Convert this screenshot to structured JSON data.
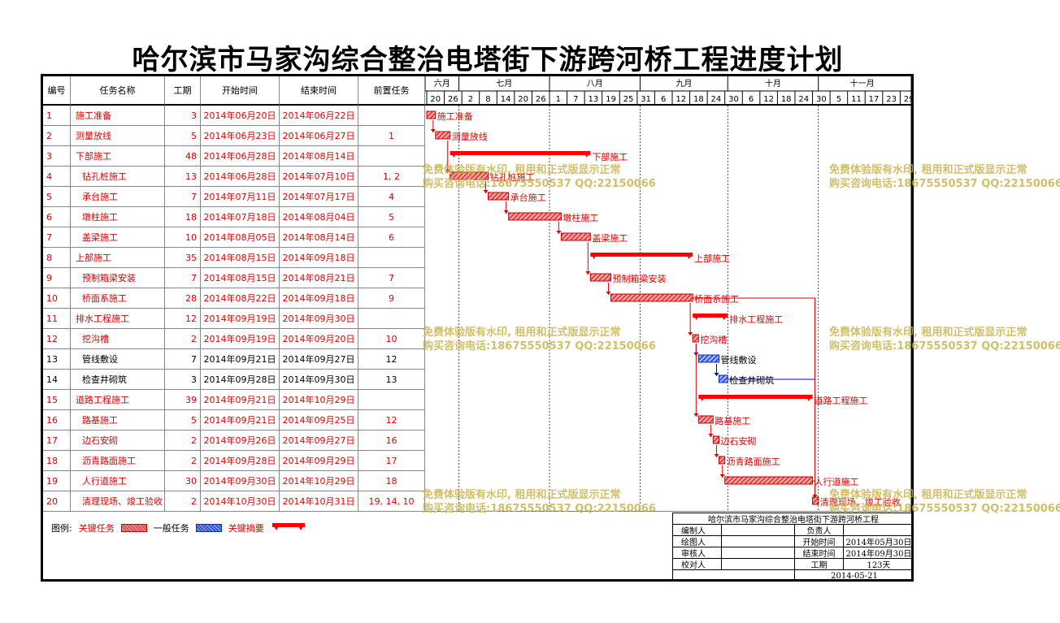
{
  "title": "哈尔滨市马家沟综合整治电塔街下游跨河桥工程进度计划",
  "columns": [
    "编号",
    "任务名称",
    "工期",
    "开始时间",
    "结束时间",
    "前置任务"
  ],
  "months": [
    "六月",
    "七月",
    "八月",
    "九月",
    "十月",
    "十一月"
  ],
  "day_ticks": [
    "20",
    "26",
    "2",
    "8",
    "14",
    "20",
    "26",
    "1",
    "7",
    "13",
    "19",
    "25",
    "31",
    "6",
    "12",
    "18",
    "24",
    "30",
    "6",
    "12",
    "18",
    "24",
    "30",
    "5",
    "11",
    "17",
    "23",
    "29"
  ],
  "tasks": [
    {
      "id": "1",
      "name": "施工准备",
      "dur": "3",
      "start": "2014年06月20日",
      "end": "2014年06月22日",
      "pred": "",
      "kind": "critical",
      "indent": 0
    },
    {
      "id": "2",
      "name": "测量放线",
      "dur": "5",
      "start": "2014年06月23日",
      "end": "2014年06月27日",
      "pred": "1",
      "kind": "critical",
      "indent": 0
    },
    {
      "id": "3",
      "name": "下部施工",
      "dur": "48",
      "start": "2014年06月28日",
      "end": "2014年08月14日",
      "pred": "",
      "kind": "summary",
      "indent": 0
    },
    {
      "id": "4",
      "name": "钻孔桩施工",
      "dur": "13",
      "start": "2014年06月28日",
      "end": "2014年07月10日",
      "pred": "1, 2",
      "kind": "critical",
      "indent": 1
    },
    {
      "id": "5",
      "name": "承台施工",
      "dur": "7",
      "start": "2014年07月11日",
      "end": "2014年07月17日",
      "pred": "4",
      "kind": "critical",
      "indent": 1
    },
    {
      "id": "6",
      "name": "墩柱施工",
      "dur": "18",
      "start": "2014年07月18日",
      "end": "2014年08月04日",
      "pred": "5",
      "kind": "critical",
      "indent": 1
    },
    {
      "id": "7",
      "name": "盖梁施工",
      "dur": "10",
      "start": "2014年08月05日",
      "end": "2014年08月14日",
      "pred": "6",
      "kind": "critical",
      "indent": 1
    },
    {
      "id": "8",
      "name": "上部施工",
      "dur": "35",
      "start": "2014年08月15日",
      "end": "2014年09月18日",
      "pred": "",
      "kind": "summary",
      "indent": 0
    },
    {
      "id": "9",
      "name": "预制箱梁安装",
      "dur": "7",
      "start": "2014年08月15日",
      "end": "2014年08月21日",
      "pred": "7",
      "kind": "critical",
      "indent": 1
    },
    {
      "id": "10",
      "name": "桥面系施工",
      "dur": "28",
      "start": "2014年08月22日",
      "end": "2014年09月18日",
      "pred": "9",
      "kind": "critical",
      "indent": 1
    },
    {
      "id": "11",
      "name": "排水工程施工",
      "dur": "12",
      "start": "2014年09月19日",
      "end": "2014年09月30日",
      "pred": "",
      "kind": "summary",
      "indent": 0
    },
    {
      "id": "12",
      "name": "挖沟槽",
      "dur": "2",
      "start": "2014年09月19日",
      "end": "2014年09月20日",
      "pred": "10",
      "kind": "critical",
      "indent": 1
    },
    {
      "id": "13",
      "name": "管线敷设",
      "dur": "7",
      "start": "2014年09月21日",
      "end": "2014年09月27日",
      "pred": "12",
      "kind": "normal",
      "indent": 1
    },
    {
      "id": "14",
      "name": "检查井砌筑",
      "dur": "3",
      "start": "2014年09月28日",
      "end": "2014年09月30日",
      "pred": "13",
      "kind": "normal",
      "indent": 1
    },
    {
      "id": "15",
      "name": "道路工程施工",
      "dur": "39",
      "start": "2014年09月21日",
      "end": "2014年10月29日",
      "pred": "",
      "kind": "summary",
      "indent": 0
    },
    {
      "id": "16",
      "name": "路基施工",
      "dur": "5",
      "start": "2014年09月21日",
      "end": "2014年09月25日",
      "pred": "12",
      "kind": "critical",
      "indent": 1
    },
    {
      "id": "17",
      "name": "边石安砌",
      "dur": "2",
      "start": "2014年09月26日",
      "end": "2014年09月27日",
      "pred": "16",
      "kind": "critical",
      "indent": 1
    },
    {
      "id": "18",
      "name": "沥青路面施工",
      "dur": "2",
      "start": "2014年09月28日",
      "end": "2014年09月29日",
      "pred": "17",
      "kind": "critical",
      "indent": 1
    },
    {
      "id": "19",
      "name": "人行道施工",
      "dur": "30",
      "start": "2014年09月30日",
      "end": "2014年10月29日",
      "pred": "18",
      "kind": "critical",
      "indent": 1
    },
    {
      "id": "20",
      "name": "清理现场、竣工验收",
      "dur": "2",
      "start": "2014年10月30日",
      "end": "2014年10月31日",
      "pred": "19, 14, 10",
      "kind": "critical",
      "indent": 1
    }
  ],
  "legend": {
    "label": "图例:",
    "critical": "关键任务",
    "normal": "一般任务",
    "summary": "关键摘要"
  },
  "info": {
    "project": "哈尔滨市马家沟综合整治电塔街下游跨河桥工程",
    "drawn_by_label": "编制人",
    "charge_label": "负责人",
    "draw_label": "绘图人",
    "start_label": "开始时间",
    "start_value": "2014年05月30日",
    "review_label": "审核人",
    "end_label": "结束时间",
    "end_value": "2014年09月30日",
    "check_label": "校对人",
    "duration_label": "工期",
    "duration_value": "123天",
    "date": "2014-05-21"
  },
  "watermark": {
    "line1": "免费体验版有水印, 租用和正式版显示正常",
    "line2": "购买咨询电话:18675550537 QQ:22150066"
  },
  "colors": {
    "critical": "#e00000",
    "normal": "#2040d0",
    "summary": "#ff0000",
    "link_blue": "#0000ff"
  }
}
